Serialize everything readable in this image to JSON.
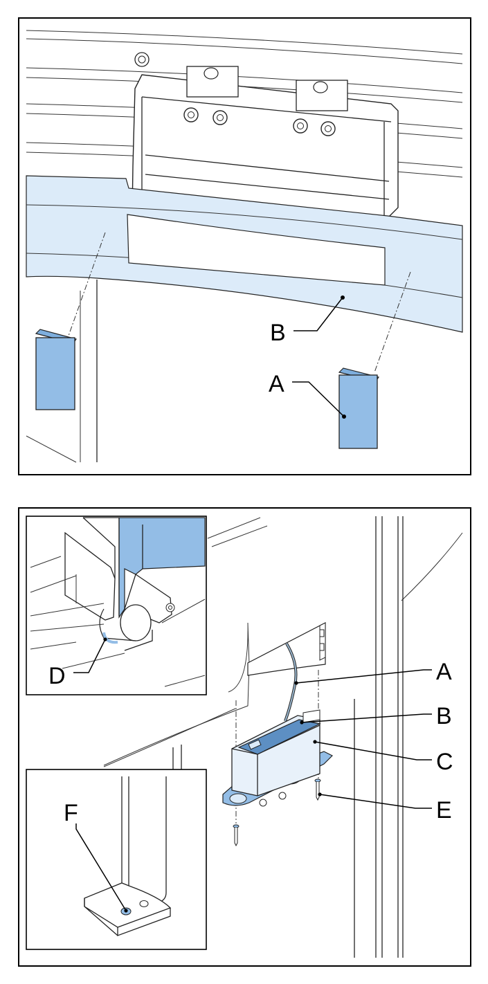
{
  "panel_top": {
    "labels": {
      "a": "A",
      "b": "B"
    }
  },
  "panel_bottom": {
    "labels": {
      "a": "A",
      "b": "B",
      "c": "C",
      "d": "D",
      "e": "E",
      "f": "F"
    }
  },
  "colors": {
    "part_blue": "#93bde6",
    "strip_blue": "#dcebf9",
    "part_light": "#e8f1fa",
    "line": "#222222"
  }
}
